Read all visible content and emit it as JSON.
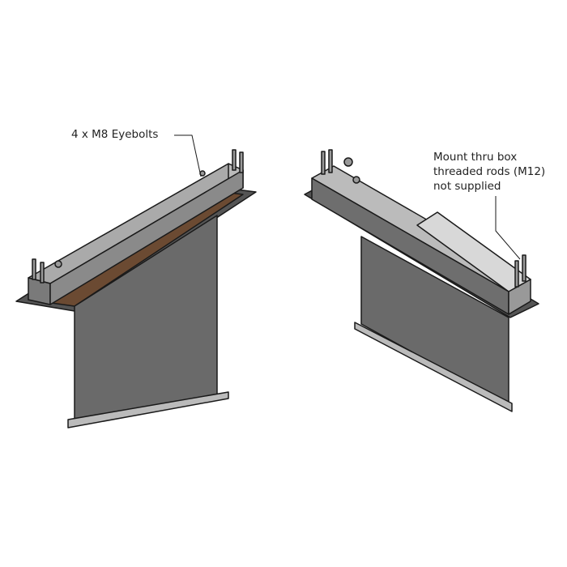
{
  "labels": {
    "eyebolts": "4 x M8 Eyebolts",
    "rods_line1": "Mount thru box",
    "rods_line2": "threaded rods (M12)",
    "rods_line3": "not supplied"
  },
  "colors": {
    "box_top": "#a9a9a9",
    "box_side": "#6e6e6e",
    "flange_wood": "#6b4a32",
    "screen": "#6a6a6a",
    "outline": "#1a1a1a"
  }
}
